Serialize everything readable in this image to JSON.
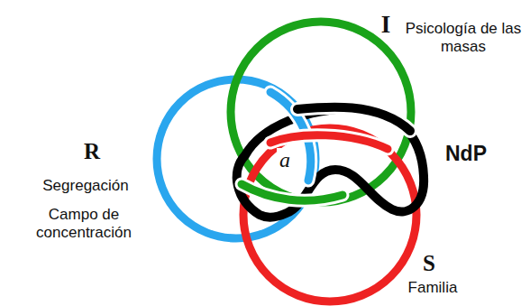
{
  "diagram": {
    "labels": [
      "I",
      "Psicología de las masas",
      "R",
      "Segregación",
      "Campo de concentración",
      "NdP",
      "S",
      "Familia",
      "a"
    ]
  }
}
